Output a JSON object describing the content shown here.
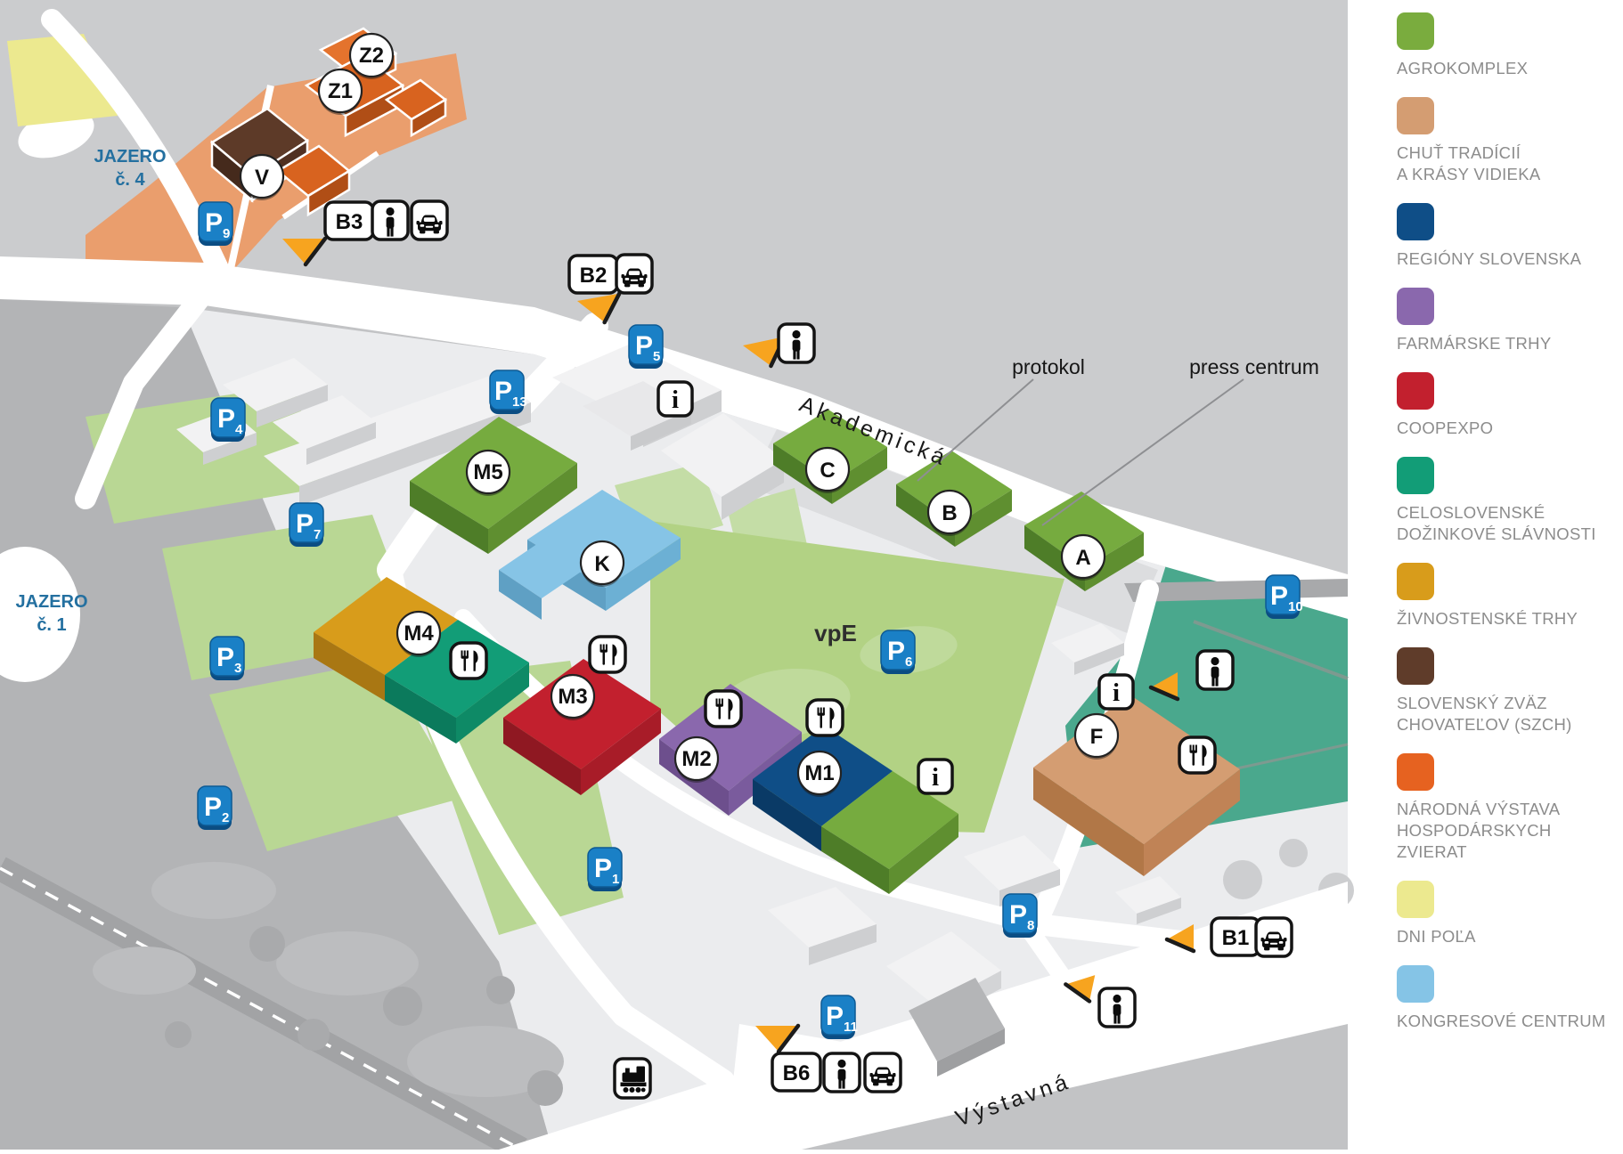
{
  "legend": {
    "items": [
      {
        "lines": [
          "AGROKOMPLEX"
        ],
        "color": "#7aac3e"
      },
      {
        "lines": [
          "CHUŤ TRADÍCIÍ",
          "A KRÁSY VIDIEKA"
        ],
        "color": "#d49d72"
      },
      {
        "lines": [
          "REGIÓNY SLOVENSKA"
        ],
        "color": "#0f4e87"
      },
      {
        "lines": [
          "FARMÁRSKE TRHY"
        ],
        "color": "#8a68ad"
      },
      {
        "lines": [
          "COOPEXPO"
        ],
        "color": "#c2202e"
      },
      {
        "lines": [
          "CELOSLOVENSKÉ",
          "DOŽINKOVÉ SLÁVNOSTI"
        ],
        "color": "#129d77"
      },
      {
        "lines": [
          "ŽIVNOSTENSKÉ TRHY"
        ],
        "color": "#d89c1b"
      },
      {
        "lines": [
          "SLOVENSKÝ ZVÄZ",
          "CHOVATEĽOV (SZCH)"
        ],
        "color": "#5f3c2a"
      },
      {
        "lines": [
          "NÁRODNÁ VÝSTAVA",
          "HOSPODÁRSKYCH ZVIERAT"
        ],
        "color": "#e66220"
      },
      {
        "lines": [
          "DNI POĽA"
        ],
        "color": "#ece98f"
      },
      {
        "lines": [
          "KONGRESOVÉ CENTRUM"
        ],
        "color": "#85c4e6"
      }
    ]
  },
  "map": {
    "streets": {
      "akademicka": "Akademická",
      "vystavna": "Výstavná"
    },
    "areas": {
      "vpe": "vpE",
      "jazero4": [
        "JAZERO",
        "č. 4"
      ],
      "jazero1": [
        "JAZERO",
        "č. 1"
      ]
    },
    "callouts": {
      "protokol": "protokol",
      "press_centrum": "press centrum"
    },
    "parking_letter": "P",
    "info_glyph": "i",
    "parking": [
      {
        "num": "1"
      },
      {
        "num": "2"
      },
      {
        "num": "3"
      },
      {
        "num": "4"
      },
      {
        "num": "5"
      },
      {
        "num": "6"
      },
      {
        "num": "7"
      },
      {
        "num": "8"
      },
      {
        "num": "9"
      },
      {
        "num": "10"
      },
      {
        "num": "11"
      },
      {
        "num": "13"
      }
    ],
    "bus_stops": [
      {
        "label": "B1"
      },
      {
        "label": "B2"
      },
      {
        "label": "B3"
      },
      {
        "label": "B6"
      }
    ],
    "buildings": [
      {
        "code": "A"
      },
      {
        "code": "B"
      },
      {
        "code": "C"
      },
      {
        "code": "K"
      },
      {
        "code": "F"
      },
      {
        "code": "V"
      },
      {
        "code": "M1"
      },
      {
        "code": "M2"
      },
      {
        "code": "M3"
      },
      {
        "code": "M4"
      },
      {
        "code": "M5"
      },
      {
        "code": "Z1"
      },
      {
        "code": "Z2"
      }
    ],
    "icons": {
      "toilets": "person-icon",
      "car_access": "car-icon",
      "info_point": "info-icon",
      "restaurant": "fork-knife-icon",
      "kids_train": "train-icon",
      "entrance_marker": "orange-triangle-icon"
    }
  }
}
